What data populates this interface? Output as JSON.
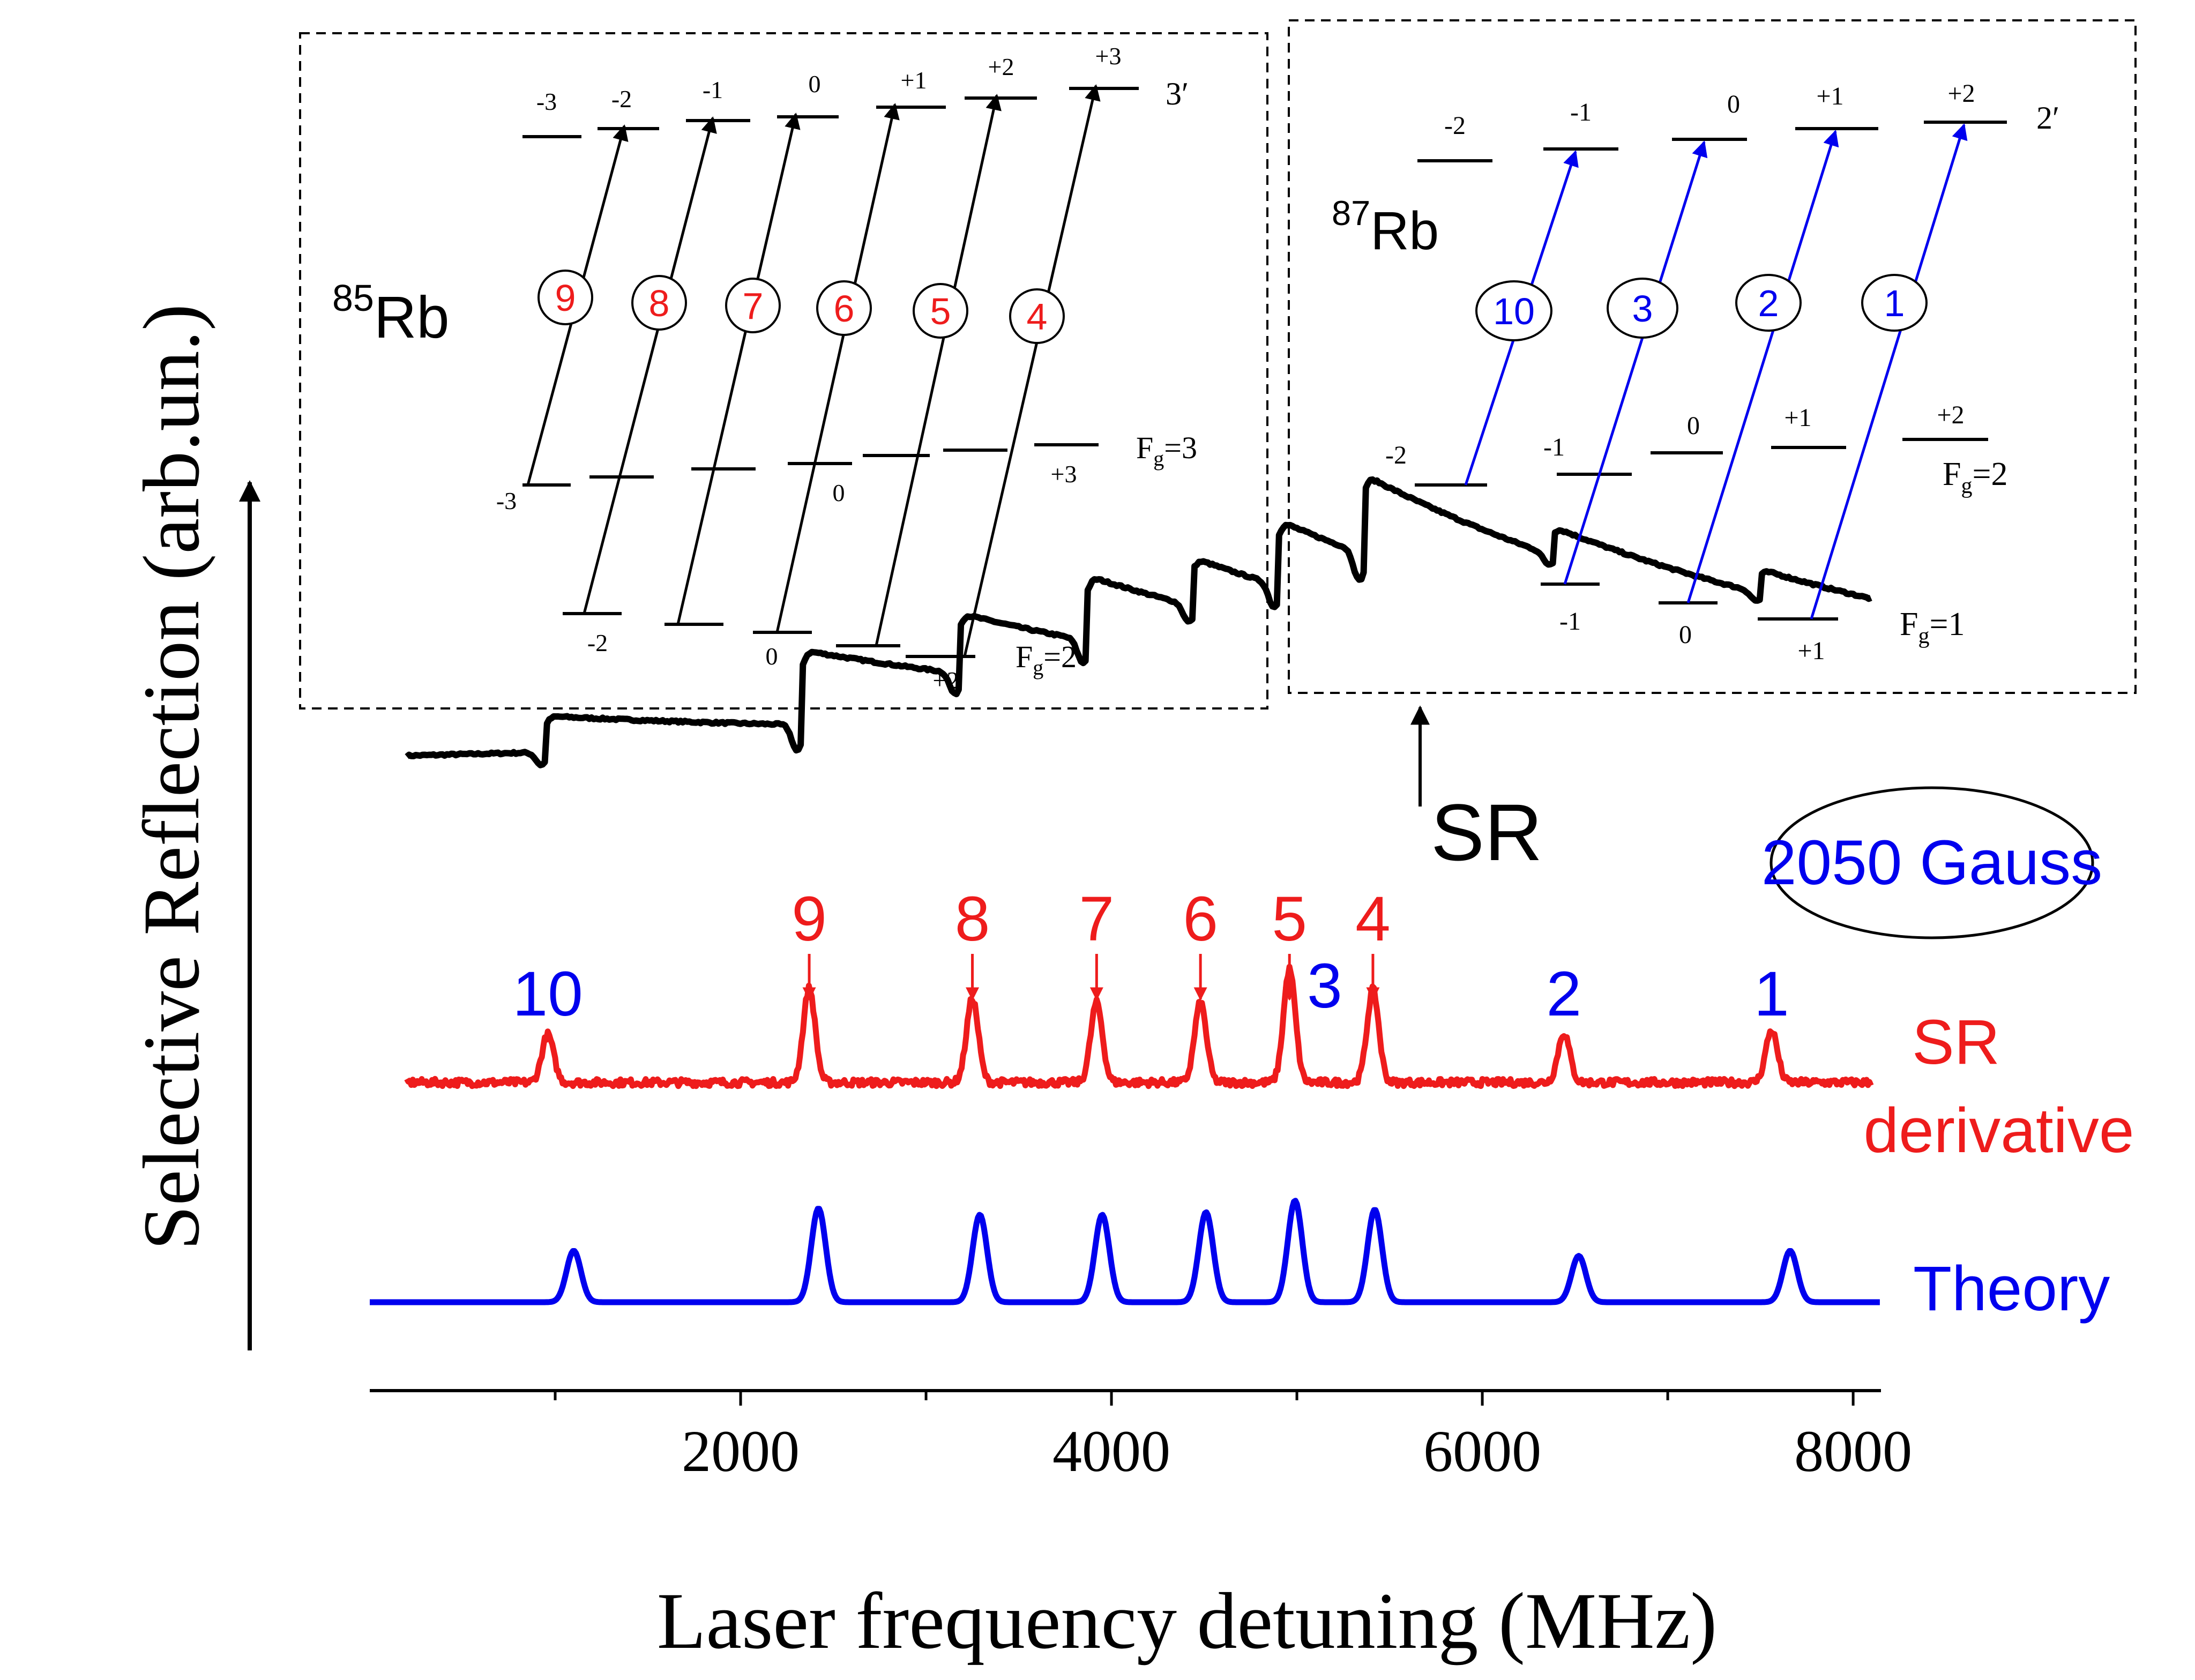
{
  "colors": {
    "axis": "#000000",
    "sr": "#000000",
    "derivative": "#ee1c1c",
    "theory": "#0000ee",
    "rb85_labels": "#ee1c1c",
    "rb87_labels": "#0000ee"
  },
  "chart_data": {
    "type": "line",
    "xlabel": "Laser frequency detuning (MHz)",
    "ylabel": "Selective Reflection (arb.un.)",
    "xlim": [
      0,
      8150
    ],
    "xticks": [
      2000,
      4000,
      6000,
      8000
    ],
    "xtick_labels": [
      "2000",
      "4000",
      "6000",
      "8000"
    ],
    "y_units": "arbitrary",
    "field_label": "2050 Gauss",
    "series": [
      {
        "name": "SR",
        "baseline": 0.22,
        "features": [
          {
            "x": 950,
            "step": 0.075
          },
          {
            "x": 2330,
            "step": 0.155
          },
          {
            "x": 3180,
            "step": 0.125
          },
          {
            "x": 3870,
            "step": 0.135
          },
          {
            "x": 4440,
            "step": 0.1
          },
          {
            "x": 4900,
            "step": 0.135
          },
          {
            "x": 5360,
            "step": 0.165
          },
          {
            "x": 6380,
            "step": 0.06
          },
          {
            "x": 7500,
            "step": 0.05
          }
        ]
      },
      {
        "name": "SR derivative",
        "label_line1": "SR",
        "label_line2": "derivative",
        "peaks": [
          {
            "x": 960,
            "amp": 0.33
          },
          {
            "x": 2370,
            "amp": 0.65
          },
          {
            "x": 3250,
            "amp": 0.58
          },
          {
            "x": 3920,
            "amp": 0.55
          },
          {
            "x": 4480,
            "amp": 0.55
          },
          {
            "x": 4960,
            "amp": 0.78
          },
          {
            "x": 5410,
            "amp": 0.64
          },
          {
            "x": 6440,
            "amp": 0.34
          },
          {
            "x": 7560,
            "amp": 0.36
          }
        ]
      },
      {
        "name": "Theory",
        "label": "Theory",
        "peaks": [
          {
            "x": 1100,
            "amp": 0.4
          },
          {
            "x": 2420,
            "amp": 0.73
          },
          {
            "x": 3290,
            "amp": 0.68
          },
          {
            "x": 3950,
            "amp": 0.68
          },
          {
            "x": 4510,
            "amp": 0.7
          },
          {
            "x": 4990,
            "amp": 0.79
          },
          {
            "x": 5420,
            "amp": 0.72
          },
          {
            "x": 6520,
            "amp": 0.36
          },
          {
            "x": 7660,
            "amp": 0.4
          }
        ]
      }
    ],
    "peak_labels": [
      {
        "text": "10",
        "x": 960,
        "isotope": "87",
        "arrow": false
      },
      {
        "text": "9",
        "x": 2370,
        "isotope": "85",
        "arrow": true
      },
      {
        "text": "8",
        "x": 3250,
        "isotope": "85",
        "arrow": true
      },
      {
        "text": "7",
        "x": 3920,
        "isotope": "85",
        "arrow": true
      },
      {
        "text": "6",
        "x": 4480,
        "isotope": "85",
        "arrow": true
      },
      {
        "text": "5",
        "x": 4960,
        "isotope": "85",
        "arrow": true
      },
      {
        "text": "3",
        "x": 5150,
        "isotope": "87",
        "arrow": false
      },
      {
        "text": "4",
        "x": 5410,
        "isotope": "85",
        "arrow": true
      },
      {
        "text": "2",
        "x": 6440,
        "isotope": "87",
        "arrow": false
      },
      {
        "text": "1",
        "x": 7560,
        "isotope": "87",
        "arrow": false
      }
    ],
    "sr_annotation": {
      "text": "SR",
      "x": 5620
    }
  },
  "inset_85": {
    "isotope_mass": "85",
    "element": "Rb",
    "upper_state": "3′",
    "ground_upper_label": "Fg=3",
    "ground_lower_label": "Fg=2",
    "fg_prefix": "F",
    "fg_sub": "g",
    "fg3_value": "=3",
    "fg2_value": "=2",
    "upper_mf": [
      "-3",
      "-2",
      "-1",
      "0",
      "+1",
      "+2",
      "+3"
    ],
    "mid_mf": [
      "-3",
      "0",
      "+3"
    ],
    "low_mf": [
      "-2",
      "0",
      "+2"
    ],
    "transitions": [
      "9",
      "8",
      "7",
      "6",
      "5",
      "4"
    ]
  },
  "inset_87": {
    "isotope_mass": "87",
    "element": "Rb",
    "upper_state": "2′",
    "ground_upper_label": "Fg=2",
    "ground_lower_label": "Fg=1",
    "fg_prefix": "F",
    "fg_sub": "g",
    "fg2_value": "=2",
    "fg1_value": "=1",
    "upper_mf": [
      "-2",
      "-1",
      "0",
      "+1",
      "+2"
    ],
    "mid_mf": [
      "-2",
      "-1",
      "0",
      "+1",
      "+2"
    ],
    "low_mf": [
      "-1",
      "0",
      "+1"
    ],
    "transitions": [
      "10",
      "3",
      "2",
      "1"
    ]
  }
}
